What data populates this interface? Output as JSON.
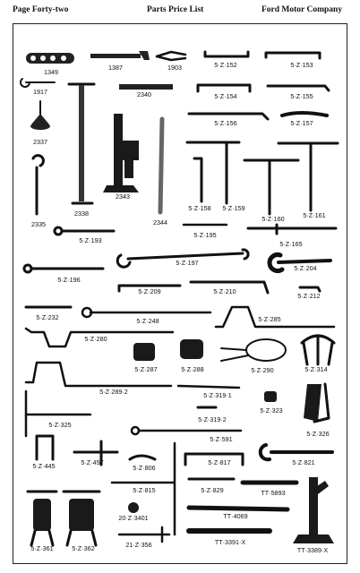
{
  "header": {
    "page_label": "Page Forty-two",
    "title": "Parts Price List",
    "company": "Ford Motor Company"
  },
  "parts": {
    "p1349": "1349",
    "p1387": "1387",
    "p1903": "1903",
    "p5z152": "5·Z·152",
    "p5z153": "5·Z·153",
    "p1917": "1917",
    "p2340": "2340",
    "p5z154": "5·Z·154",
    "p5z155": "5·Z·155",
    "p2337": "2337",
    "p5z156": "5·Z·156",
    "p5z157": "5·Z·157",
    "p2343": "2343",
    "p2338": "2338",
    "p2335": "2335",
    "p2344": "2344",
    "p5z158": "5·Z·158",
    "p5z159": "5·Z·159",
    "p5z160": "5·Z·160",
    "p5z161": "5·Z·161",
    "p5z193": "5·Z·193",
    "p5z195": "5·Z·195",
    "p5z165": "5·Z·165",
    "p5z197": "5·Z·197",
    "p5z204": "5·Z·204",
    "p5z196": "5·Z·196",
    "p5z209": "5·Z·209",
    "p5z210": "5·Z·210",
    "p5z212": "5·Z·212",
    "p5z232": "5·Z·232",
    "p5z248": "5·Z·248",
    "p5z285": "5·Z·285",
    "p5z280": "5·Z·280",
    "p5z287": "5·Z·287",
    "p5z288": "5·Z·288",
    "p5z290": "5·Z·290",
    "p5z314": "5·Z·314",
    "p5z2892": "5·Z·289·2",
    "p5z3191": "5·Z·319·1",
    "p5z3192": "5·Z·319·2",
    "p5z323": "5·Z·323",
    "p5z325": "5·Z·325",
    "p5z591": "5·Z·591",
    "p5z326": "5·Z·326",
    "p5z445": "5·Z·445",
    "p5z457": "5·Z·457",
    "p5z806": "5·Z·806",
    "p5z817": "5·Z·817",
    "p5z821": "5·Z·821",
    "p5z815": "5·Z·815",
    "p5z829": "5·Z·829",
    "ptt5893": "TT·5893",
    "p20z3401": "20·Z·3401",
    "ptt4069": "TT·4069",
    "p5z361": "5·Z·361",
    "p5z362": "5·Z·362",
    "p21z356": "21·Z·356",
    "ptt3391x": "TT·3391·X",
    "ptt3389x": "TT·3389·X"
  }
}
